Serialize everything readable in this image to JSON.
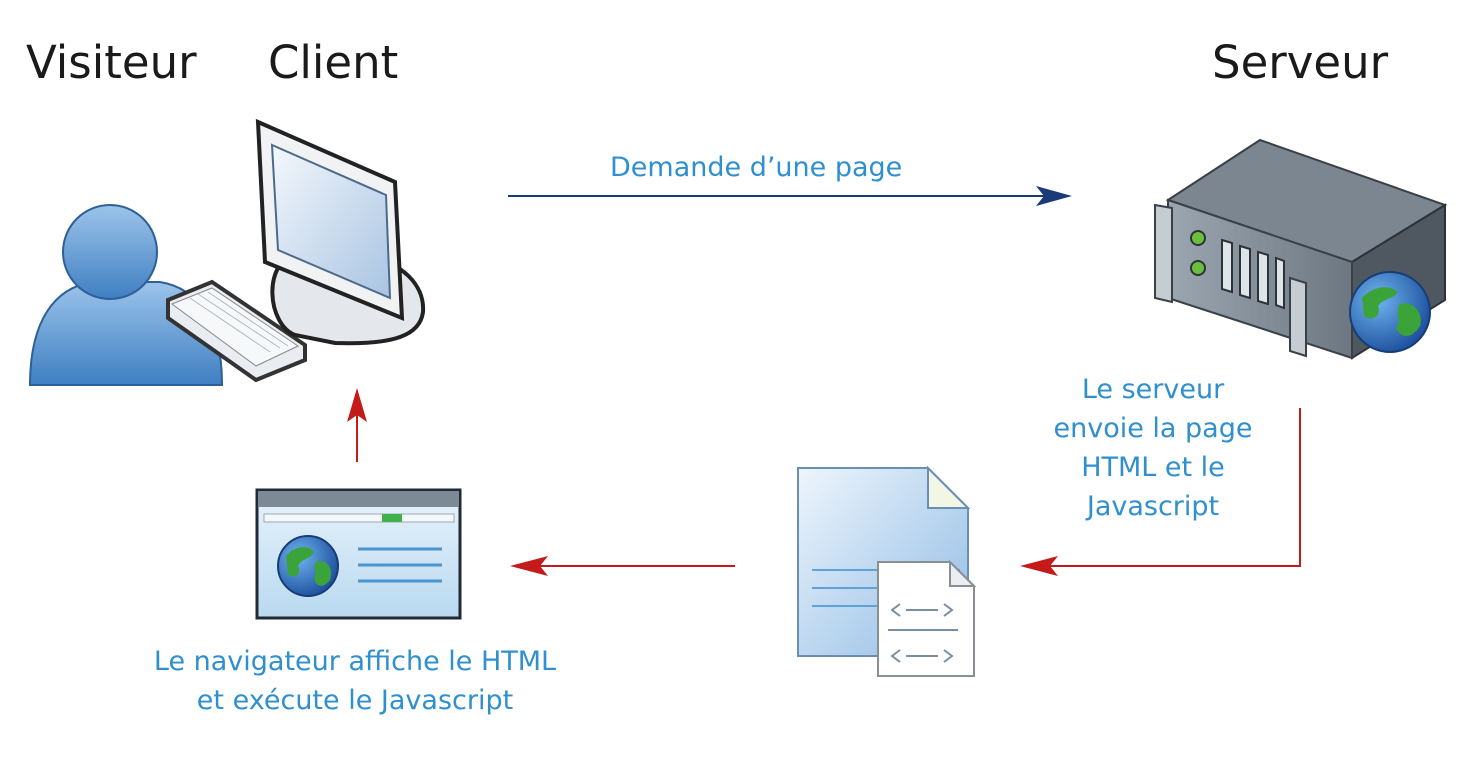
{
  "headings": {
    "visitor": "Visiteur",
    "client": "Client",
    "server": "Serveur"
  },
  "labels": {
    "request": "Demande d’une page",
    "server_sends": [
      "Le serveur",
      "envoie la page",
      "HTML et le",
      "Javascript"
    ],
    "browser_line1": "Le navigateur affiche le HTML",
    "browser_line2": "et exécute le Javascript"
  },
  "icons": [
    "user-icon",
    "computer-icon",
    "keyboard-icon",
    "server-icon",
    "globe-icon",
    "document-icon",
    "browser-window-icon"
  ],
  "colors": {
    "request_arrow": "#1a3a78",
    "response_arrow": "#c41a1a",
    "label_text": "#2f8fcf"
  }
}
